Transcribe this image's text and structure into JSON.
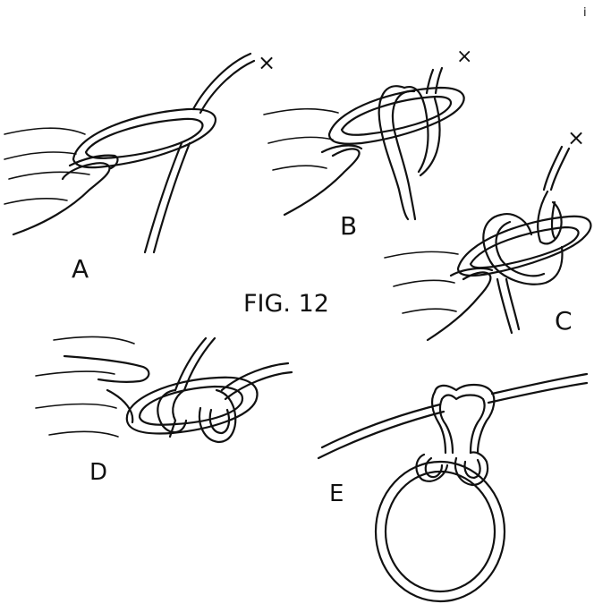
{
  "figure": {
    "title": "FIG. 12",
    "page_mark": "i",
    "panels": [
      {
        "label": "A",
        "end_mark": "×"
      },
      {
        "label": "B",
        "end_mark": "×"
      },
      {
        "label": "C",
        "end_mark": "×"
      },
      {
        "label": "D"
      },
      {
        "label": "E"
      }
    ]
  },
  "ink_color": "#111111",
  "paper_color": "#ffffff"
}
